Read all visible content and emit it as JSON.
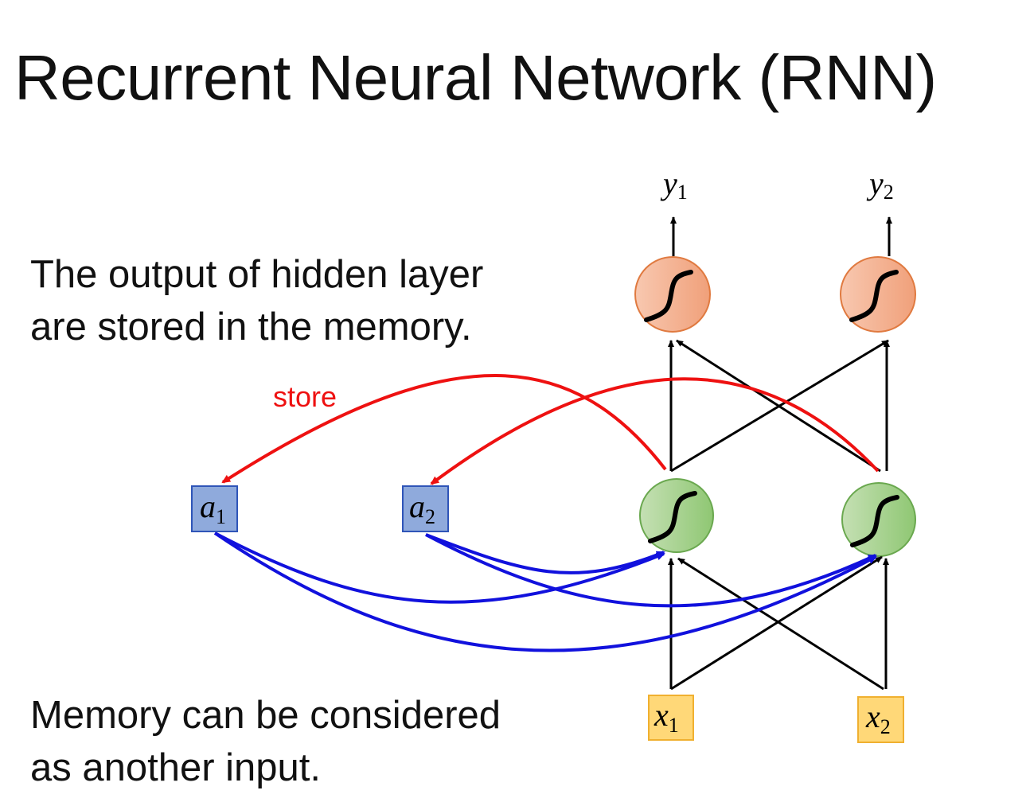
{
  "slide": {
    "title": "Recurrent Neural Network (RNN)",
    "text_top": [
      "The output of hidden layer",
      "are stored in the memory."
    ],
    "text_bottom": [
      "Memory can be considered",
      "as  another input."
    ],
    "store_label": "store"
  },
  "nodes": {
    "outputs": [
      {
        "var": "y",
        "sub": "1"
      },
      {
        "var": "y",
        "sub": "2"
      }
    ],
    "memory": [
      {
        "var": "a",
        "sub": "1"
      },
      {
        "var": "a",
        "sub": "2"
      }
    ],
    "inputs": [
      {
        "var": "x",
        "sub": "1"
      },
      {
        "var": "x",
        "sub": "2"
      }
    ]
  },
  "colors": {
    "output_neuron": "#f4a582",
    "hidden_neuron": "#a6d18f",
    "memory_cell": "#8faadc",
    "input_cell": "#ffd878",
    "store_arrow": "#ee1111",
    "memory_arrow": "#1111dd",
    "weight_arrow": "#000000"
  }
}
